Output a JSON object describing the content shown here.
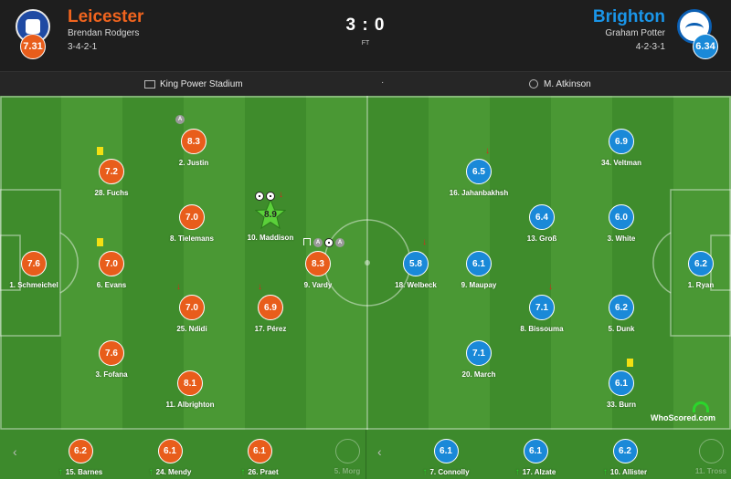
{
  "home": {
    "name": "Leicester",
    "manager": "Brendan Rodgers",
    "formation": "3-4-2-1",
    "rating": "7.31",
    "color": "#e85d1b"
  },
  "away": {
    "name": "Brighton",
    "manager": "Graham Potter",
    "formation": "4-2-3-1",
    "rating": "6.34",
    "color": "#1a89d8"
  },
  "score": "3 : 0",
  "status": "FT",
  "venue": "King Power Stadium",
  "separator": "·",
  "referee": "M. Atkinson",
  "home_players": [
    {
      "number": "1",
      "name": "Schmeichel",
      "label": "1. Schmeichel",
      "rating": "7.6"
    },
    {
      "number": "2",
      "name": "Justin",
      "label": "2. Justin",
      "rating": "8.3"
    },
    {
      "number": "28",
      "name": "Fuchs",
      "label": "28. Fuchs",
      "rating": "7.2"
    },
    {
      "number": "8",
      "name": "Tielemans",
      "label": "8. Tielemans",
      "rating": "7.0"
    },
    {
      "number": "10",
      "name": "Maddison",
      "label": "10. Maddison",
      "rating": "8.9"
    },
    {
      "number": "6",
      "name": "Evans",
      "label": "6. Evans",
      "rating": "7.0"
    },
    {
      "number": "9",
      "name": "Vardy",
      "label": "9. Vardy",
      "rating": "8.3"
    },
    {
      "number": "25",
      "name": "Ndidi",
      "label": "25. Ndidi",
      "rating": "7.0"
    },
    {
      "number": "17",
      "name": "Pérez",
      "label": "17. Pérez",
      "rating": "6.9"
    },
    {
      "number": "3",
      "name": "Fofana",
      "label": "3. Fofana",
      "rating": "7.6"
    },
    {
      "number": "11",
      "name": "Albrighton",
      "label": "11. Albrighton",
      "rating": "8.1"
    }
  ],
  "away_players": [
    {
      "number": "1",
      "name": "Ryan",
      "label": "1. Ryan",
      "rating": "6.2"
    },
    {
      "number": "34",
      "name": "Veltman",
      "label": "34. Veltman",
      "rating": "6.9"
    },
    {
      "number": "16",
      "name": "Jahanbakhsh",
      "label": "16. Jahanbakhsh",
      "rating": "6.5"
    },
    {
      "number": "13",
      "name": "Groß",
      "label": "13. Groß",
      "rating": "6.4"
    },
    {
      "number": "3",
      "name": "White",
      "label": "3. White",
      "rating": "6.0"
    },
    {
      "number": "18",
      "name": "Welbeck",
      "label": "18. Welbeck",
      "rating": "5.8"
    },
    {
      "number": "9",
      "name": "Maupay",
      "label": "9. Maupay",
      "rating": "6.1"
    },
    {
      "number": "8",
      "name": "Bissouma",
      "label": "8. Bissouma",
      "rating": "7.1"
    },
    {
      "number": "5",
      "name": "Dunk",
      "label": "5. Dunk",
      "rating": "6.2"
    },
    {
      "number": "20",
      "name": "March",
      "label": "20. March",
      "rating": "7.1"
    },
    {
      "number": "33",
      "name": "Burn",
      "label": "33. Burn",
      "rating": "6.1"
    }
  ],
  "home_subs": [
    {
      "label": "15. Barnes",
      "rating": "6.2"
    },
    {
      "label": "24. Mendy",
      "rating": "6.1"
    },
    {
      "label": "26. Praet",
      "rating": "6.1"
    },
    {
      "label": "5. Morg",
      "rating": ""
    }
  ],
  "away_subs": [
    {
      "label": "7. Connolly",
      "rating": "6.1"
    },
    {
      "label": "17. Alzate",
      "rating": "6.1"
    },
    {
      "label": "10. Allister",
      "rating": "6.2"
    },
    {
      "label": "11. Tross",
      "rating": ""
    }
  ],
  "event_markers": {
    "assist": "A",
    "sub_off": "↓",
    "sub_on": "↑"
  },
  "nav": {
    "prev": "‹",
    "next": "›"
  },
  "brand": {
    "name": "WhoScored",
    "suffix": ".com"
  }
}
